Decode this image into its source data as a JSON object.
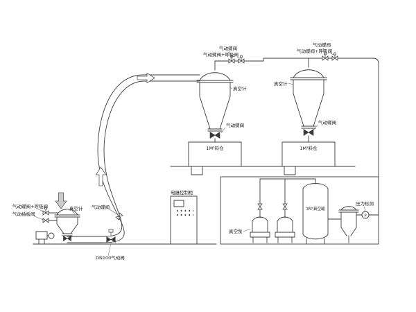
{
  "colors": {
    "line": "#3a3a3a",
    "label": "#1a1a1a",
    "feed_arrow_fill": "#cbcbcb"
  },
  "cyclone1": {
    "valve_top": "气动蝶阀",
    "valve_breather": "气动蝶阀+呼吸阀",
    "vacuum_gauge": "真空计",
    "valve_discharge": "气动蝶阀",
    "bin": "1M³料仓"
  },
  "cyclone2": {
    "valve_top": "气动蝶阀",
    "valve_breather": "气动蝶阀+呼吸阀",
    "vacuum_gauge": "真空计",
    "valve_discharge": "气动蝶阀",
    "bin": "1M³料仓"
  },
  "feeder": {
    "valve_breather": "气动蝶阀+呼吸阀",
    "valve_gate": "气动插板阀",
    "vacuum_gauge": "真空计",
    "valve_line": "气动蝶阀",
    "valve_dn100": "DN100气动阀"
  },
  "cabinet": {
    "title": "电器控制柜"
  },
  "vacuum_station": {
    "pump": "真空泵",
    "tank": "3M³真空罐",
    "pressure": "压力检测",
    "gauge": "P"
  }
}
